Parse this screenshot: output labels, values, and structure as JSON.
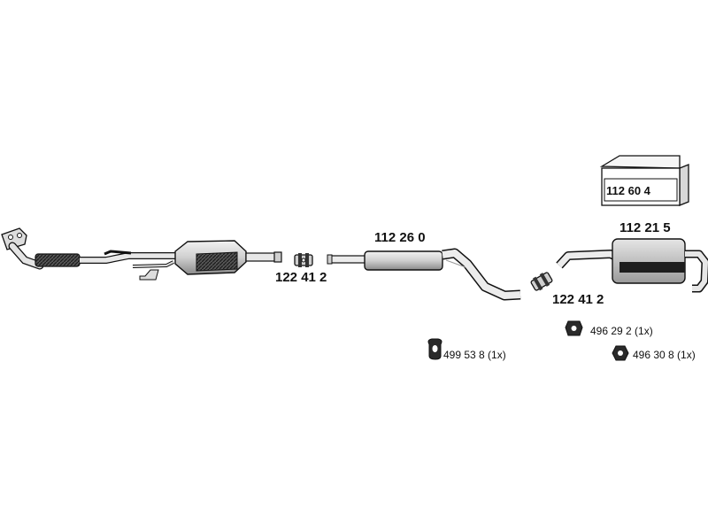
{
  "parts": {
    "rear_box_code": "112 60 4",
    "rear_muffler_code": "112 21 5",
    "middle_muffler_code": "112 26 0",
    "clamp_front_code": "122 41 2",
    "clamp_rear_code": "122 41 2",
    "hanger_middle": "499 53 8 (1x)",
    "hanger_rear_1": "496 29 2  (1x)",
    "hanger_rear_2": "496 30 8 (1x)"
  }
}
